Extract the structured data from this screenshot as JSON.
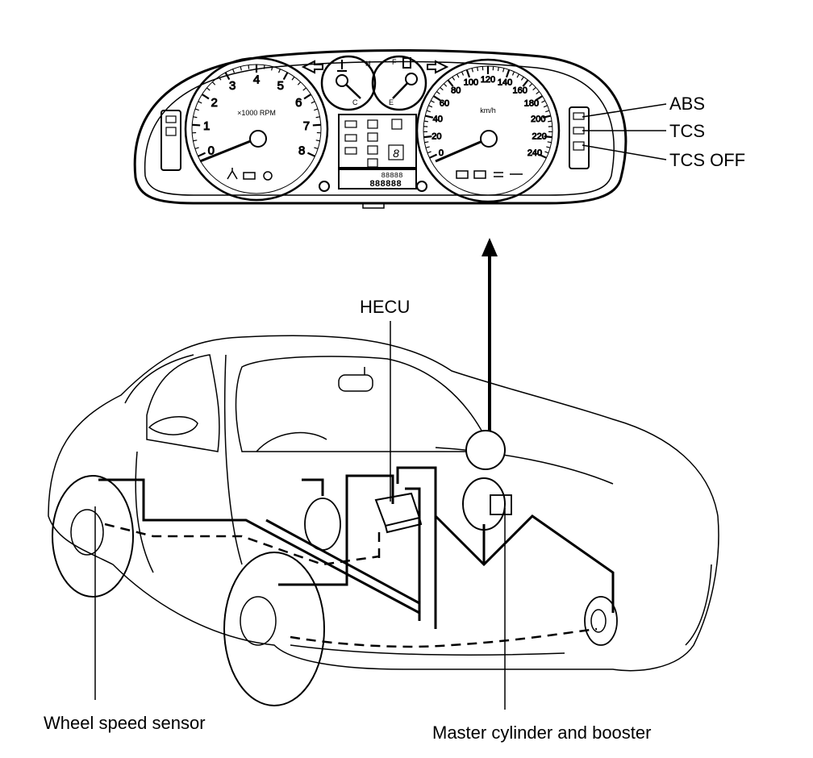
{
  "labels": {
    "abs": "ABS",
    "tcs": "TCS",
    "tcs_off": "TCS OFF",
    "hecu": "HECU",
    "wheel_speed_sensor": "Wheel speed sensor",
    "master_cylinder": "Master cylinder and booster"
  },
  "cluster": {
    "tach_numbers": [
      "0",
      "1",
      "2",
      "3",
      "4",
      "5",
      "6",
      "7",
      "8"
    ],
    "tach_unit": "×1000 RPM",
    "speed_numbers": [
      "0",
      "20",
      "40",
      "60",
      "80",
      "100",
      "120",
      "140",
      "160",
      "180",
      "200",
      "220",
      "240"
    ],
    "speed_unit": "km/h",
    "gauge_letters": [
      "H",
      "C",
      "F",
      "E"
    ],
    "gear_digit": "8",
    "odometer": "888888",
    "trip": "88888"
  }
}
